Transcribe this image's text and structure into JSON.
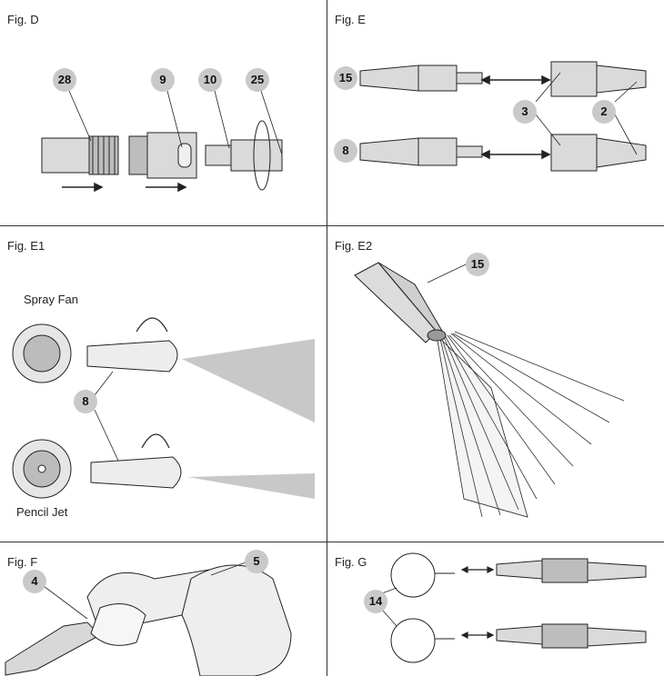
{
  "figures": {
    "d": {
      "label": "Fig. D",
      "callouts": [
        "28",
        "9",
        "10",
        "25"
      ]
    },
    "e": {
      "label": "Fig. E",
      "callouts": [
        "15",
        "8",
        "3",
        "2"
      ]
    },
    "e1": {
      "label": "Fig. E1",
      "spray_fan": "Spray Fan",
      "pencil_jet": "Pencil Jet",
      "callouts": [
        "8"
      ]
    },
    "e2": {
      "label": "Fig. E2",
      "callouts": [
        "15"
      ]
    },
    "f": {
      "label": "Fig. F",
      "callouts": [
        "4",
        "5"
      ]
    },
    "g": {
      "label": "Fig. G",
      "callouts": [
        "14"
      ]
    }
  },
  "colors": {
    "callout_fill": "#c9c9c9",
    "spray": "#c8c8c8",
    "part": "#d9d9d9",
    "line": "#222222"
  }
}
